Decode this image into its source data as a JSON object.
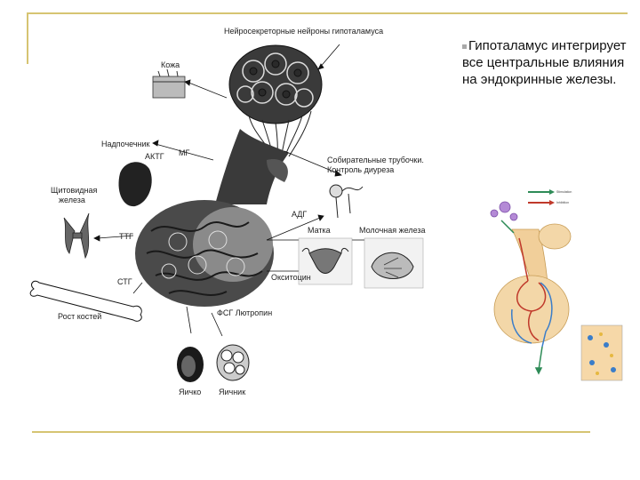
{
  "colors": {
    "accent": "#d6c472",
    "bullet": "#a9a9a9"
  },
  "slide_text": {
    "bullet": "Гипоталамус интегрирует все центральные влияния на эндокринные железы."
  },
  "diagram": {
    "title": "Нейросекреторные нейроны гипоталамуса",
    "labels": {
      "skin": "Кожа",
      "adrenal": "Надпочечник",
      "actg": "АКТГ",
      "mg": "МГ",
      "thyroid_line1": "Щитовидная",
      "thyroid_line2": "железа",
      "ttg": "ТТГ",
      "stg": "СТГ",
      "bone_growth": "Рост костей",
      "fsh_lh": "ФСГ Лютропин",
      "testis": "Яичко",
      "ovary": "Яичник",
      "collecting_line1": "Собирательные трубочки.",
      "collecting_line2": "Контроль диуреза",
      "adg": "АДГ",
      "uterus": "Матка",
      "mammary": "Молочная железа",
      "oxytocin": "Окситоцин"
    }
  },
  "inset": {
    "legend_top": "Stimulation",
    "legend_bottom": "Inhibition"
  }
}
